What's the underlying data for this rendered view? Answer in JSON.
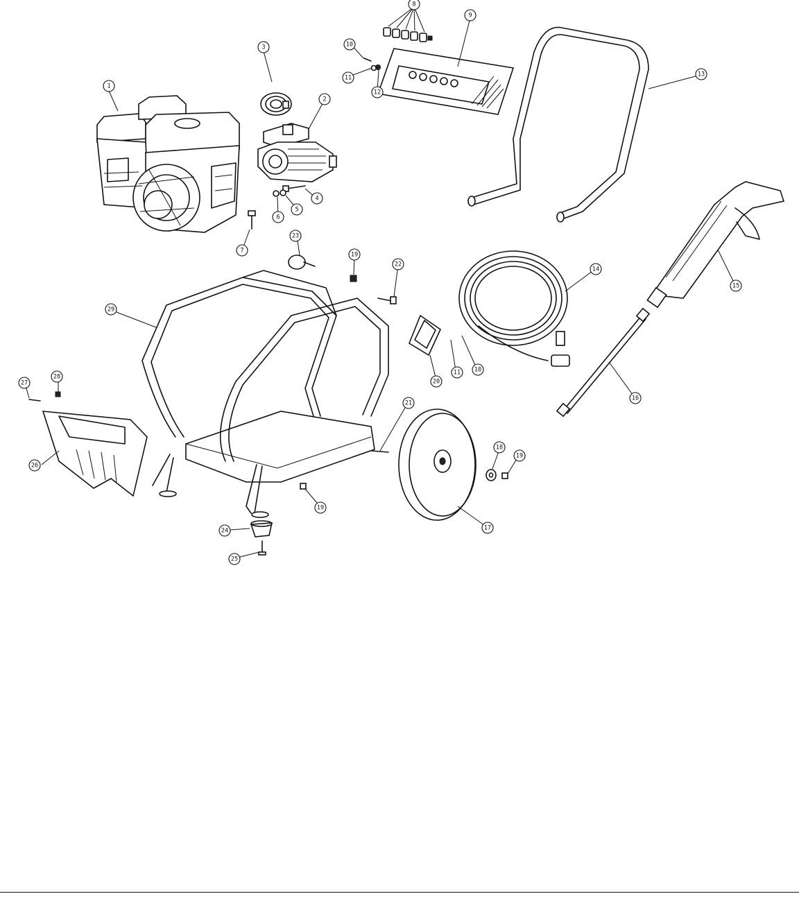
{
  "callouts": [
    {
      "id": "c1",
      "label": "1"
    },
    {
      "id": "c2",
      "label": "2"
    },
    {
      "id": "c3",
      "label": "3"
    },
    {
      "id": "c4",
      "label": "4"
    },
    {
      "id": "c5",
      "label": "5"
    },
    {
      "id": "c6",
      "label": "6"
    },
    {
      "id": "c7",
      "label": "7"
    },
    {
      "id": "c8",
      "label": "8"
    },
    {
      "id": "c9",
      "label": "9"
    },
    {
      "id": "c10a",
      "label": "10"
    },
    {
      "id": "c11a",
      "label": "11"
    },
    {
      "id": "c12",
      "label": "12"
    },
    {
      "id": "c13",
      "label": "13"
    },
    {
      "id": "c14",
      "label": "14"
    },
    {
      "id": "c15",
      "label": "15"
    },
    {
      "id": "c16",
      "label": "16"
    },
    {
      "id": "c17",
      "label": "17"
    },
    {
      "id": "c18",
      "label": "18"
    },
    {
      "id": "c19a",
      "label": "19"
    },
    {
      "id": "c19b",
      "label": "19"
    },
    {
      "id": "c19c",
      "label": "19"
    },
    {
      "id": "c20",
      "label": "20"
    },
    {
      "id": "c21",
      "label": "21"
    },
    {
      "id": "c22",
      "label": "22"
    },
    {
      "id": "c23",
      "label": "23"
    },
    {
      "id": "c24",
      "label": "24"
    },
    {
      "id": "c25",
      "label": "25"
    },
    {
      "id": "c26",
      "label": "26"
    },
    {
      "id": "c27",
      "label": "27"
    },
    {
      "id": "c28",
      "label": "28"
    },
    {
      "id": "c29",
      "label": "29"
    },
    {
      "id": "c11b",
      "label": "11"
    },
    {
      "id": "c10b",
      "label": "10"
    }
  ]
}
